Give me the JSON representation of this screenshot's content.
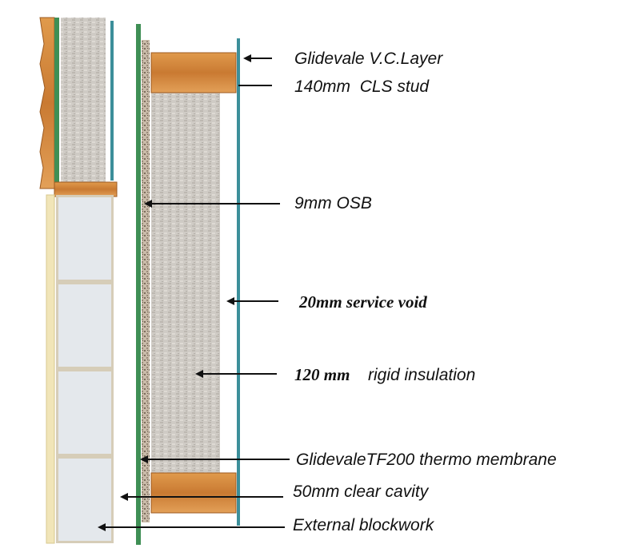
{
  "labels": {
    "vc_layer": "Glidevale V.C.Layer",
    "cls_stud": "140mm  CLS stud",
    "osb": "9mm OSB",
    "service_void": "20mm service void",
    "rigid_insulation_num": "120 mm",
    "rigid_insulation_text": "rigid insulation",
    "thermo_membrane": "GlidevaleTF200 thermo membrane",
    "clear_cavity": "50mm clear cavity",
    "external_blockwork": "External blockwork"
  },
  "colors": {
    "membrane_green": "#3f8f55",
    "vcl_teal": "#3c8f9a",
    "timber": "#d98a3c",
    "timber_dark": "#b46a28",
    "insulation": "#c9c5bf",
    "osb_speckle": "#8a7a6a",
    "block": "#e4e8ec",
    "mortar": "#d6cdb8",
    "render": "#f1e5b8"
  }
}
